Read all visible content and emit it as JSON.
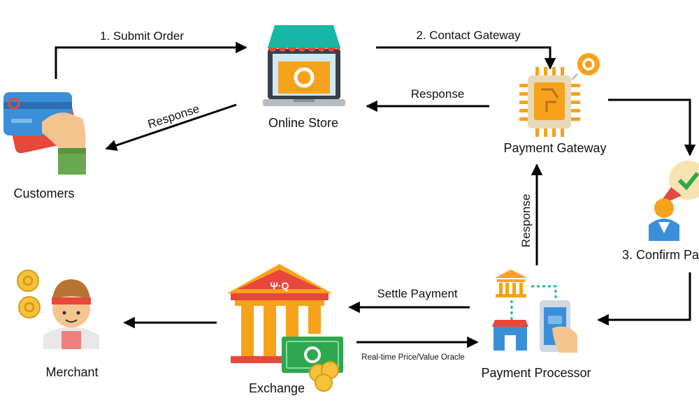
{
  "nodes": {
    "customers": "Customers",
    "online_store": "Online Store",
    "payment_gateway": "Payment Gateway",
    "confirm_payment": "3. Confirm Pa",
    "payment_processor": "Payment Processor",
    "exchange": "Exchange",
    "merchant": "Merchant"
  },
  "edges": {
    "submit_order": "1. Submit Order",
    "contact_gateway": "2. Contact Gateway",
    "store_response": "Response",
    "gateway_response": "Response",
    "processor_response": "Response",
    "settle_payment": "Settle Payment",
    "oracle": "Real-time Price/Value Oracle"
  },
  "colors": {
    "arrow": "#000000",
    "orange": "#F7A21B",
    "red": "#E8473B",
    "teal": "#17B7A6",
    "blue": "#3B8FD9",
    "green": "#2DA84F",
    "skin": "#F5C48F"
  }
}
